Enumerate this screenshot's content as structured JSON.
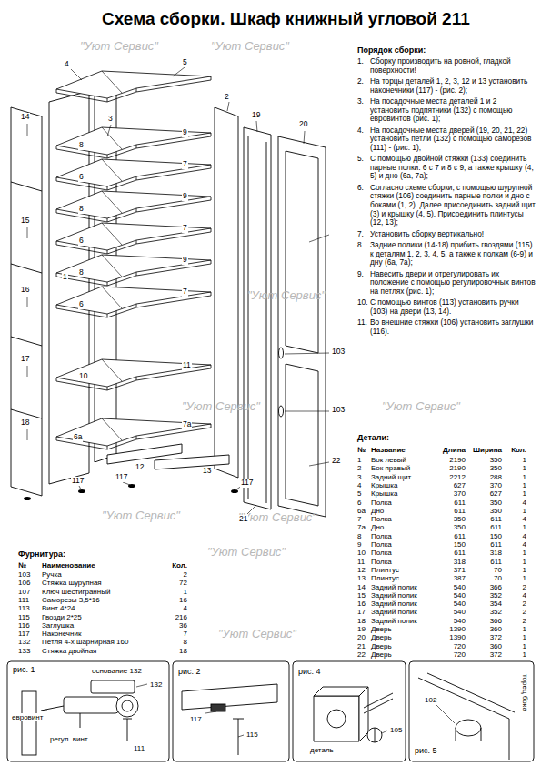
{
  "diagram": {
    "title": "Схема сборки. Шкаф книжный угловой 211",
    "labels": [
      "\"Уют Сервис\"",
      "\"Уют Сервис\"",
      "\"Уют Сервис\"",
      "\"Уют Сервис\"",
      "\"Уют Сервис\"",
      "\"Уют Сервис\"",
      "\"Уют Сервис\"",
      "\"Уют Сервис\"",
      "\"Уют Сервис\"",
      "4",
      "5",
      "14",
      "15",
      "16",
      "17",
      "18",
      "1",
      "3",
      "8",
      "9",
      "6",
      "7",
      "8",
      "9",
      "6",
      "7",
      "8",
      "9",
      "6",
      "7",
      "10",
      "11",
      "6а",
      "7а",
      "12",
      "13",
      "117",
      "117",
      "117",
      "2",
      "20",
      "19",
      "21",
      "22",
      "103",
      "103",
      "Порядок сборки:",
      "1.",
      "Сборку производить на ровной, гладкой поверхности!",
      "2.",
      "На торцы деталей 1, 2, 3, 12 и 13 установить наконечники (117) - (рис. 2);",
      "3.",
      "На посадочные места деталей 1 и 2 установить подпятники (132) с помощью евровинтов (рис. 1);",
      "4.",
      "На посадочные места дверей (19, 20, 21, 22) установить петли (132) с помощью саморезов (111) - (рис. 1);",
      "5.",
      "С помощью двойной стяжки (133) соединить парные полки: 6 с 7 и 8 с 9, а также крышку (4, 5) и дно (6а, 7а);",
      "6.",
      "Согласно схеме сборки, с помощью шурупной стяжки (106) соединить парные полки и дно с боками (1, 2). Далее присоединить задний щит (3) и крышку (4, 5). Присоединить плинтусы (12, 13);",
      "7.",
      "Установить сборку вертикально!",
      "8.",
      "Задние полики (14-18) прибить гвоздями (115) к деталям 1, 2, 3, 4, 5, а также к полкам (6-9) и дну (6а, 7а);",
      "9.",
      "Навесить двери и отрегулировать их положение с помощью регулировочных винтов на петлях (рис. 1);",
      "10.",
      "С помощью винтов (113) установить ручки (103) на двери (13, 14).",
      "11.",
      "Во внешние стяжки (106) установить заглушки (116).",
      "Детали:",
      "№",
      "Название",
      "Длина",
      "Ширина",
      "Кол.",
      "1",
      "Бок левый",
      "2190",
      "350",
      "1",
      "2",
      "Бок правый",
      "2190",
      "350",
      "1",
      "3",
      "Задний щит",
      "2212",
      "288",
      "1",
      "4",
      "Крышка",
      "627",
      "370",
      "1",
      "5",
      "Крышка",
      "370",
      "627",
      "1",
      "6",
      "Полка",
      "611",
      "350",
      "4",
      "6а",
      "Дно",
      "611",
      "350",
      "1",
      "7",
      "Полка",
      "350",
      "611",
      "4",
      "7а",
      "Дно",
      "350",
      "611",
      "1",
      "8",
      "Полка",
      "611",
      "150",
      "4",
      "9",
      "Полка",
      "150",
      "611",
      "4",
      "10",
      "Полка",
      "611",
      "318",
      "1",
      "11",
      "Полка",
      "318",
      "611",
      "1",
      "12",
      "Плинтус",
      "371",
      "70",
      "1",
      "13",
      "Плинтус",
      "387",
      "70",
      "1",
      "14",
      "Задний полик",
      "540",
      "366",
      "2",
      "15",
      "Задний полик",
      "540",
      "352",
      "4",
      "16",
      "Задний полик",
      "540",
      "354",
      "2",
      "17",
      "Задний полик",
      "540",
      "352",
      "2",
      "18",
      "Задний полик",
      "540",
      "366",
      "2",
      "19",
      "Дверь",
      "1390",
      "360",
      "1",
      "20",
      "Дверь",
      "1390",
      "372",
      "1",
      "21",
      "Дверь",
      "720",
      "360",
      "1",
      "22",
      "Дверь",
      "720",
      "372",
      "1",
      "Фурнитура:",
      "№",
      "Наименование",
      "Кол.",
      "103",
      "Ручка",
      "2",
      "106",
      "Стяжка шурупная",
      "72",
      "107",
      "Ключ шестигранный",
      "1",
      "111",
      "Саморезы 3,5*16",
      "16",
      "113",
      "Винт 4*24",
      "4",
      "115",
      "Гвозди 2*25",
      "216",
      "116",
      "Заглушка",
      "36",
      "117",
      "Наконечник",
      "7",
      "132",
      "Петля 4-х шарнирная 160",
      "8",
      "133",
      "Стяжка двойная",
      "18",
      "рис. 1",
      "основание 132",
      "132",
      "евровинт",
      "регул. винт",
      "111",
      "рис. 2",
      "117",
      "115",
      "рис. 4",
      "105",
      "деталь",
      "рис. 5",
      "102",
      "торец бока"
    ]
  }
}
